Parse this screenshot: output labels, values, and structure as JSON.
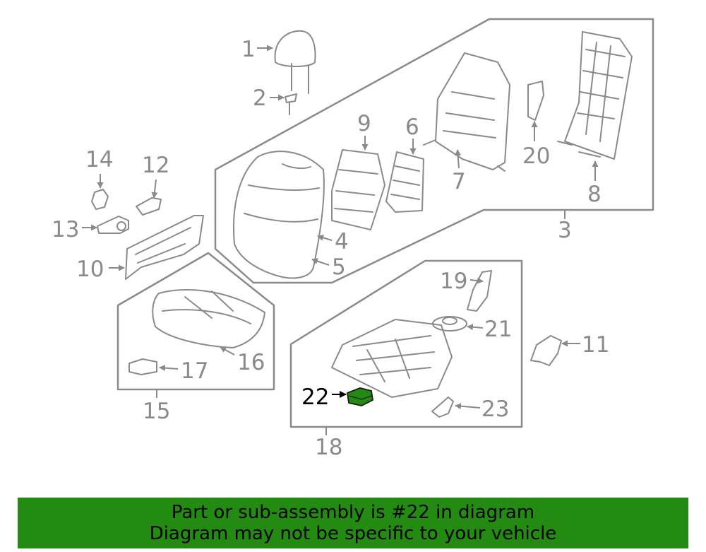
{
  "colors": {
    "line": "#8a8a8a",
    "highlight_fill": "#238b12",
    "highlight_label": "#000000",
    "banner_background": "#238b12",
    "banner_text": "#000000"
  },
  "callouts": {
    "c1": "1",
    "c2": "2",
    "c3": "3",
    "c4": "4",
    "c5": "5",
    "c6": "6",
    "c7": "7",
    "c8": "8",
    "c9": "9",
    "c10": "10",
    "c11": "11",
    "c12": "12",
    "c13": "13",
    "c14": "14",
    "c15": "15",
    "c16": "16",
    "c17": "17",
    "c18": "18",
    "c19": "19",
    "c20": "20",
    "c21": "21",
    "c22": "22",
    "c23": "23"
  },
  "highlighted_part": "22",
  "banner": {
    "line1": "Part or sub-assembly is #22 in diagram",
    "line2": "Diagram may not be specific to your vehicle"
  }
}
